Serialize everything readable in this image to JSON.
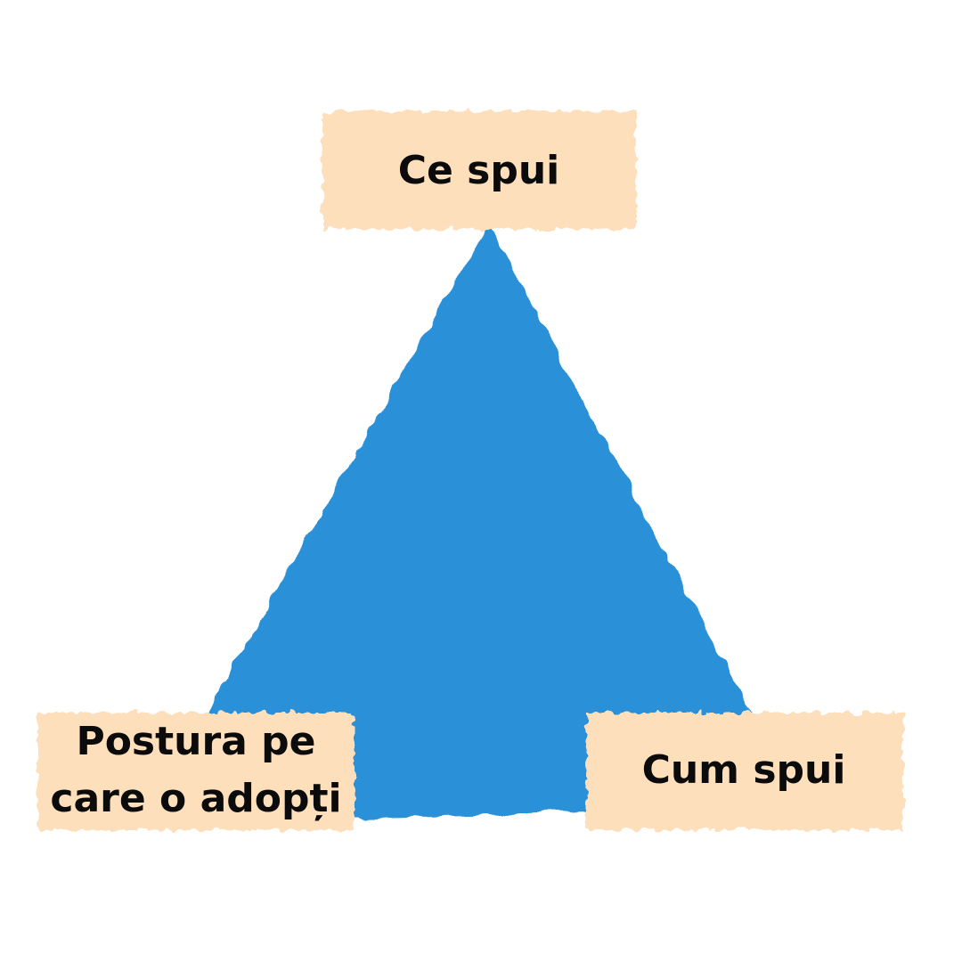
{
  "colors": {
    "triangle": "#2b90d8",
    "label_background": "#fedfbb",
    "text": "#0b0b0b",
    "background": "#ffffff"
  },
  "nodes": {
    "top": "Ce spui",
    "bottom_left": "Postura pe\ncare o adopți",
    "bottom_right": "Cum spui"
  }
}
